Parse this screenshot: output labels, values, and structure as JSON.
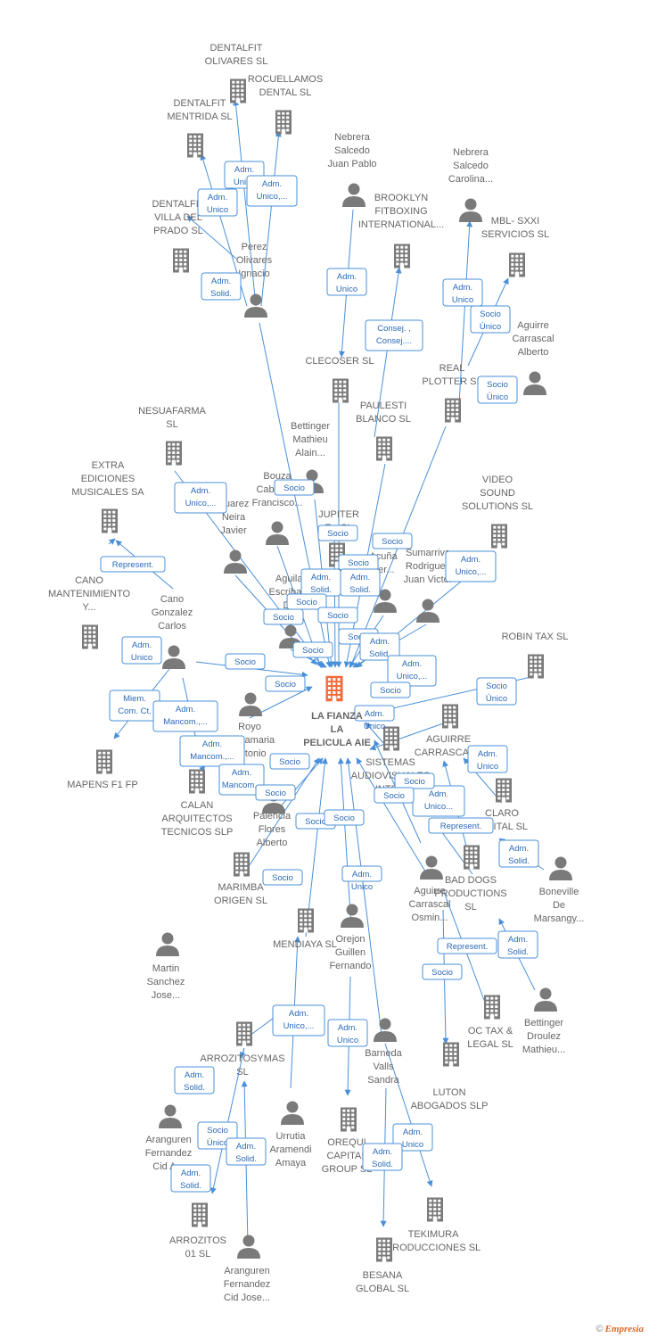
{
  "colors": {
    "edge": "#4a90d9",
    "node": "#7a7a7a",
    "center": "#f06a3a",
    "text": "#666666",
    "box_text": "#2a6ab8"
  },
  "center": {
    "label": [
      "LA FIANZA",
      "LA",
      "PELICULA AIE"
    ]
  },
  "watermark": {
    "symbol": "©",
    "brand": "Empresia"
  },
  "nodes": [
    {
      "id": "n1",
      "type": "company",
      "label": [
        "DENTALFIT",
        "OLIVARES  SL"
      ]
    },
    {
      "id": "n2",
      "type": "company",
      "label": [
        "ROCUELLAMOS",
        "DENTAL  SL"
      ]
    },
    {
      "id": "n3",
      "type": "company",
      "label": [
        "DENTALFIT",
        "MENTRIDA  SL"
      ]
    },
    {
      "id": "n4",
      "type": "company",
      "label": [
        "DENTALFIT",
        "VILLA DEL",
        "PRADO  SL"
      ]
    },
    {
      "id": "n5",
      "type": "person",
      "label": [
        "Perez",
        "Olivares",
        "Ignacio"
      ]
    },
    {
      "id": "n6",
      "type": "person",
      "label": [
        "Nebrera",
        "Salcedo",
        "Juan Pablo"
      ]
    },
    {
      "id": "n7",
      "type": "company",
      "label": [
        "BROOKLYN",
        "FITBOXING",
        "INTERNATIONAL..."
      ]
    },
    {
      "id": "n8",
      "type": "person",
      "label": [
        "Nebrera",
        "Salcedo",
        "Carolina..."
      ]
    },
    {
      "id": "n9",
      "type": "company",
      "label": [
        "MBL- SXXI",
        "SERVICIOS  SL"
      ]
    },
    {
      "id": "n10",
      "type": "person",
      "label": [
        "Aguirre",
        "Carrascal",
        "Alberto"
      ]
    },
    {
      "id": "n11",
      "type": "company",
      "label": [
        "CLECOSER  SL"
      ]
    },
    {
      "id": "n12",
      "type": "company",
      "label": [
        "REAL",
        "PLOTTER  SL"
      ]
    },
    {
      "id": "n13",
      "type": "company",
      "label": [
        "PAULESTI",
        "BLANCO SL"
      ]
    },
    {
      "id": "n14",
      "type": "person",
      "label": [
        "Bettinger",
        "Mathieu",
        "Alain..."
      ]
    },
    {
      "id": "n15",
      "type": "company",
      "label": [
        "NESUAFARMA",
        "SL"
      ]
    },
    {
      "id": "n16",
      "type": "company",
      "label": [
        "EXTRA",
        "EDICIONES",
        "MUSICALES SA"
      ]
    },
    {
      "id": "n17",
      "type": "person",
      "label": [
        "Bouza",
        "Caballero",
        "Francisco..."
      ]
    },
    {
      "id": "n18",
      "type": "company",
      "label": [
        "JUPITER",
        "F...  SL"
      ]
    },
    {
      "id": "n19",
      "type": "company",
      "label": [
        "VIDEO",
        "SOUND",
        "SOLUTIONS SL"
      ]
    },
    {
      "id": "n20",
      "type": "person",
      "label": [
        "Suarez",
        "Neira",
        "Javier"
      ]
    },
    {
      "id": "n21",
      "type": "person",
      "label": [
        "Sumarriva",
        "Rodriguez",
        "Juan Victor"
      ]
    },
    {
      "id": "n22",
      "type": "person",
      "label": [
        "Acuña",
        "Ver..."
      ]
    },
    {
      "id": "n23",
      "type": "company",
      "label": [
        "CANO",
        "MANTENIMIENTO",
        "Y..."
      ]
    },
    {
      "id": "n24",
      "type": "person",
      "label": [
        "Cano",
        "Gonzalez",
        "Carlos"
      ]
    },
    {
      "id": "n25",
      "type": "person",
      "label": [
        "Aguilar",
        "Escribano",
        "D..."
      ]
    },
    {
      "id": "n26",
      "type": "company",
      "label": [
        "ROBIN TAX  SL"
      ]
    },
    {
      "id": "n27",
      "type": "person",
      "label": [
        "Royo",
        "Santamaria",
        "Antonio"
      ]
    },
    {
      "id": "n28",
      "type": "company",
      "label": [
        "AGUIRRE",
        "CARRASCAL..."
      ]
    },
    {
      "id": "n29",
      "type": "company",
      "label": [
        "SISTEMAS",
        "AUDIOVISUALES",
        "INTE..."
      ]
    },
    {
      "id": "n30",
      "type": "company",
      "label": [
        "MAPENS F1 FP"
      ]
    },
    {
      "id": "n31",
      "type": "company",
      "label": [
        "CALAN",
        "ARQUITECTOS",
        "TECNICOS  SLP"
      ]
    },
    {
      "id": "n32",
      "type": "person",
      "label": [
        "Palencia",
        "Flores",
        "Alberto"
      ]
    },
    {
      "id": "n33",
      "type": "company",
      "label": [
        "CLARO",
        "DIGITAL SL"
      ]
    },
    {
      "id": "n34",
      "type": "company",
      "label": [
        "MARIMBA",
        "ORIGEN SL"
      ]
    },
    {
      "id": "n35",
      "type": "company",
      "label": [
        "BAD DOGS",
        "PRODUCTIONS",
        "SL"
      ]
    },
    {
      "id": "n36",
      "type": "person",
      "label": [
        "Boneville",
        "De",
        "Marsangy..."
      ]
    },
    {
      "id": "n37",
      "type": "person",
      "label": [
        "Aguirre",
        "Carrascal",
        "Osmin..."
      ]
    },
    {
      "id": "n38",
      "type": "company",
      "label": [
        "MENDIAYA  SL"
      ]
    },
    {
      "id": "n39",
      "type": "person",
      "label": [
        "Orejon",
        "Guillen",
        "Fernando"
      ]
    },
    {
      "id": "n40",
      "type": "person",
      "label": [
        "Martin",
        "Sanchez",
        "Jose..."
      ]
    },
    {
      "id": "n41",
      "type": "company",
      "label": [
        "OC TAX &",
        "LEGAL  SL"
      ]
    },
    {
      "id": "n42",
      "type": "person",
      "label": [
        "Bettinger",
        "Droulez",
        "Mathieu..."
      ]
    },
    {
      "id": "n43",
      "type": "company",
      "label": [
        "ARROZITOSYMAS",
        "SL"
      ]
    },
    {
      "id": "n44",
      "type": "person",
      "label": [
        "Barneda",
        "Valls",
        "Sandra"
      ]
    },
    {
      "id": "n45",
      "type": "company",
      "label": [
        "LUTON",
        "ABOGADOS  SLP"
      ]
    },
    {
      "id": "n46",
      "type": "person",
      "label": [
        "Aranguren",
        "Fernandez",
        "Cid A..."
      ]
    },
    {
      "id": "n47",
      "type": "person",
      "label": [
        "Urrutia",
        "Aramendi",
        "Amaya"
      ]
    },
    {
      "id": "n48",
      "type": "company",
      "label": [
        "OREQUI",
        "CAPITAL",
        "GROUP  SL"
      ]
    },
    {
      "id": "n49",
      "type": "company",
      "label": [
        "ARROZITOS",
        "01  SL"
      ]
    },
    {
      "id": "n50",
      "type": "company",
      "label": [
        "TEKIMURA",
        "PRODUCCIONES SL"
      ]
    },
    {
      "id": "n51",
      "type": "person",
      "label": [
        "Aranguren",
        "Fernandez",
        "Cid Jose..."
      ]
    },
    {
      "id": "n52",
      "type": "company",
      "label": [
        "BESANA",
        "GLOBAL  SL"
      ]
    }
  ],
  "relations": [
    {
      "id": "r1",
      "label": [
        "Adm.",
        "Unico"
      ]
    },
    {
      "id": "r2",
      "label": [
        "Adm.",
        "Unico,..."
      ]
    },
    {
      "id": "r3",
      "label": [
        "Adm.",
        "Unico"
      ]
    },
    {
      "id": "r4",
      "label": [
        "Adm.",
        "Solid."
      ]
    },
    {
      "id": "r5",
      "label": [
        "Adm.",
        "Unico"
      ]
    },
    {
      "id": "r6",
      "label": [
        "Consej. ,",
        "Consej...."
      ]
    },
    {
      "id": "r7",
      "label": [
        "Adm.",
        "Unico"
      ]
    },
    {
      "id": "r8",
      "label": [
        "Socio",
        "Único"
      ]
    },
    {
      "id": "r9",
      "label": [
        "Socio",
        "Único"
      ]
    },
    {
      "id": "r10",
      "label": [
        "Adm.",
        "Unico,..."
      ]
    },
    {
      "id": "r11",
      "label": [
        "Socio"
      ]
    },
    {
      "id": "r12",
      "label": [
        "Socio"
      ]
    },
    {
      "id": "r13",
      "label": [
        "Socio"
      ]
    },
    {
      "id": "r14",
      "label": [
        "Socio"
      ]
    },
    {
      "id": "r15",
      "label": [
        "Represent."
      ]
    },
    {
      "id": "r16",
      "label": [
        "Adm.",
        "Unico,..."
      ]
    },
    {
      "id": "r17",
      "label": [
        "Adm.",
        "Solid."
      ]
    },
    {
      "id": "r18",
      "label": [
        "Adm.",
        "Solid."
      ]
    },
    {
      "id": "r19",
      "label": [
        "Socio"
      ]
    },
    {
      "id": "r20",
      "label": [
        "Socio"
      ]
    },
    {
      "id": "r21",
      "label": [
        "Socio"
      ]
    },
    {
      "id": "r22",
      "label": [
        "Adm.",
        "Unico"
      ]
    },
    {
      "id": "r23",
      "label": [
        "Socio"
      ]
    },
    {
      "id": "r24",
      "label": [
        "Adm.",
        "Solid."
      ]
    },
    {
      "id": "r25",
      "label": [
        "Socio"
      ]
    },
    {
      "id": "r26",
      "label": [
        "Socio"
      ]
    },
    {
      "id": "r27",
      "label": [
        "Adm.",
        "Unico,..."
      ]
    },
    {
      "id": "r28",
      "label": [
        "Socio",
        "Único"
      ]
    },
    {
      "id": "r29",
      "label": [
        "Socio"
      ]
    },
    {
      "id": "r30",
      "label": [
        "Miem.",
        "Com. Ct."
      ]
    },
    {
      "id": "r31",
      "label": [
        "Adm.",
        "Mancom.,..."
      ]
    },
    {
      "id": "r32",
      "label": [
        "Adm.",
        "Mancom.,..."
      ]
    },
    {
      "id": "r33",
      "label": [
        "Socio"
      ]
    },
    {
      "id": "r34",
      "label": [
        "Adm.",
        "Unico"
      ]
    },
    {
      "id": "r35",
      "label": [
        "Adm.",
        "Mancom..."
      ]
    },
    {
      "id": "r36",
      "label": [
        "Socio"
      ]
    },
    {
      "id": "r37",
      "label": [
        "Socio"
      ]
    },
    {
      "id": "r38",
      "label": [
        "Adm.",
        "Unico..."
      ]
    },
    {
      "id": "r39",
      "label": [
        "Represent."
      ]
    },
    {
      "id": "r40",
      "label": [
        "Socio"
      ]
    },
    {
      "id": "r41",
      "label": [
        "Socio"
      ]
    },
    {
      "id": "r42",
      "label": [
        "Socio"
      ]
    },
    {
      "id": "r43",
      "label": [
        "Socio"
      ]
    },
    {
      "id": "r44",
      "label": [
        "Adm.",
        "Solid."
      ]
    },
    {
      "id": "r45",
      "label": [
        "Adm.",
        "Unico"
      ]
    },
    {
      "id": "r46",
      "label": [
        "Socio"
      ]
    },
    {
      "id": "r47",
      "label": [
        "Represent."
      ]
    },
    {
      "id": "r48",
      "label": [
        "Adm.",
        "Solid."
      ]
    },
    {
      "id": "r49",
      "label": [
        "Socio"
      ]
    },
    {
      "id": "r50",
      "label": [
        "Adm.",
        "Unico,..."
      ]
    },
    {
      "id": "r51",
      "label": [
        "Adm.",
        "Unico"
      ]
    },
    {
      "id": "r52",
      "label": [
        "Adm.",
        "Solid."
      ]
    },
    {
      "id": "r53",
      "label": [
        "Socio",
        "Único"
      ]
    },
    {
      "id": "r54",
      "label": [
        "Adm.",
        "Solid."
      ]
    },
    {
      "id": "r55",
      "label": [
        "Adm.",
        "Solid."
      ]
    },
    {
      "id": "r56",
      "label": [
        "Adm.",
        "Unico"
      ]
    },
    {
      "id": "r57",
      "label": [
        "Adm.",
        "Solid."
      ]
    },
    {
      "id": "r58",
      "label": [
        "Adm.",
        "Unico"
      ]
    },
    {
      "id": "r59",
      "label": [
        "Adm.",
        "Solid."
      ]
    }
  ]
}
